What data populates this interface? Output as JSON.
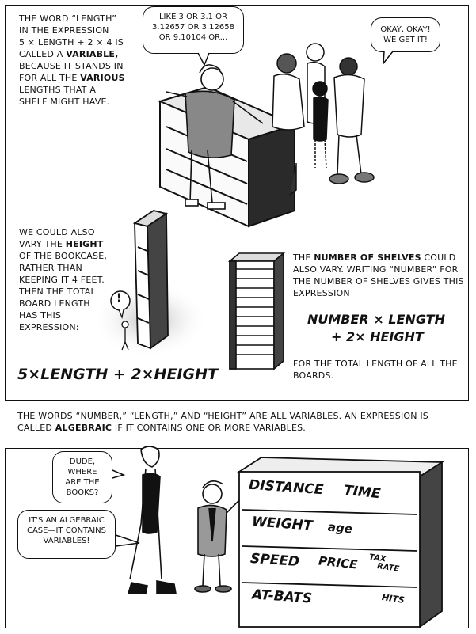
{
  "panel1": {
    "caption_lines": [
      "THE WORD “LENGTH”",
      "IN THE EXPRESSION",
      "5 × LENGTH + 2 × 4 IS",
      "CALLED A",
      "VARIABLE,",
      "BECAUSE IT STANDS IN",
      "FOR ALL THE",
      "VARIOUS",
      "LENGTHS THAT A",
      "SHELF MIGHT HAVE."
    ],
    "bubble_examples": "LIKE 3 OR 3.1 OR 3.12657 OR 3.12658 OR 9.10104 OR...",
    "bubble_okay": "OKAY, OKAY! WE GET IT!"
  },
  "panel2": {
    "caption_a": "WE COULD ALSO VARY THE",
    "caption_bold": "HEIGHT",
    "caption_b": "OF THE BOOKCASE, RATHER THAN KEEPING IT 4 FEET. THEN THE TOTAL BOARD LENGTH HAS THIS EXPRESSION:",
    "exclamation": "!",
    "expression": "5×LENGTH + 2×HEIGHT"
  },
  "panel3": {
    "caption_a": "THE",
    "caption_bold": "NUMBER OF SHELVES",
    "caption_b": "COULD ALSO VARY. WRITING “NUMBER” FOR THE NUMBER OF SHELVES GIVES THIS EXPRESSION",
    "expression_line1": "NUMBER × LENGTH",
    "expression_line2": "+ 2× HEIGHT",
    "caption_after": "FOR THE TOTAL LENGTH OF ALL THE BOARDS."
  },
  "panel4": {
    "caption_a": "THE WORDS “NUMBER,” “LENGTH,” AND “HEIGHT” ARE ALL VARIABLES. AN EXPRESSION IS CALLED",
    "caption_bold": "ALGEBRAIC",
    "caption_b": "IF IT CONTAINS ONE OR MORE VARIABLES.",
    "bubble_dude": "DUDE, WHERE ARE THE BOOKS?",
    "bubble_case": "IT'S AN ALGEBRAIC CASE—IT CONTAINS VARIABLES!",
    "book_words": [
      "DISTANCE",
      "TIME",
      "WEIGHT",
      "AGE",
      "SPEED",
      "PRICE",
      "TAX",
      "RATE",
      "AT-BATS",
      "HITS"
    ]
  }
}
